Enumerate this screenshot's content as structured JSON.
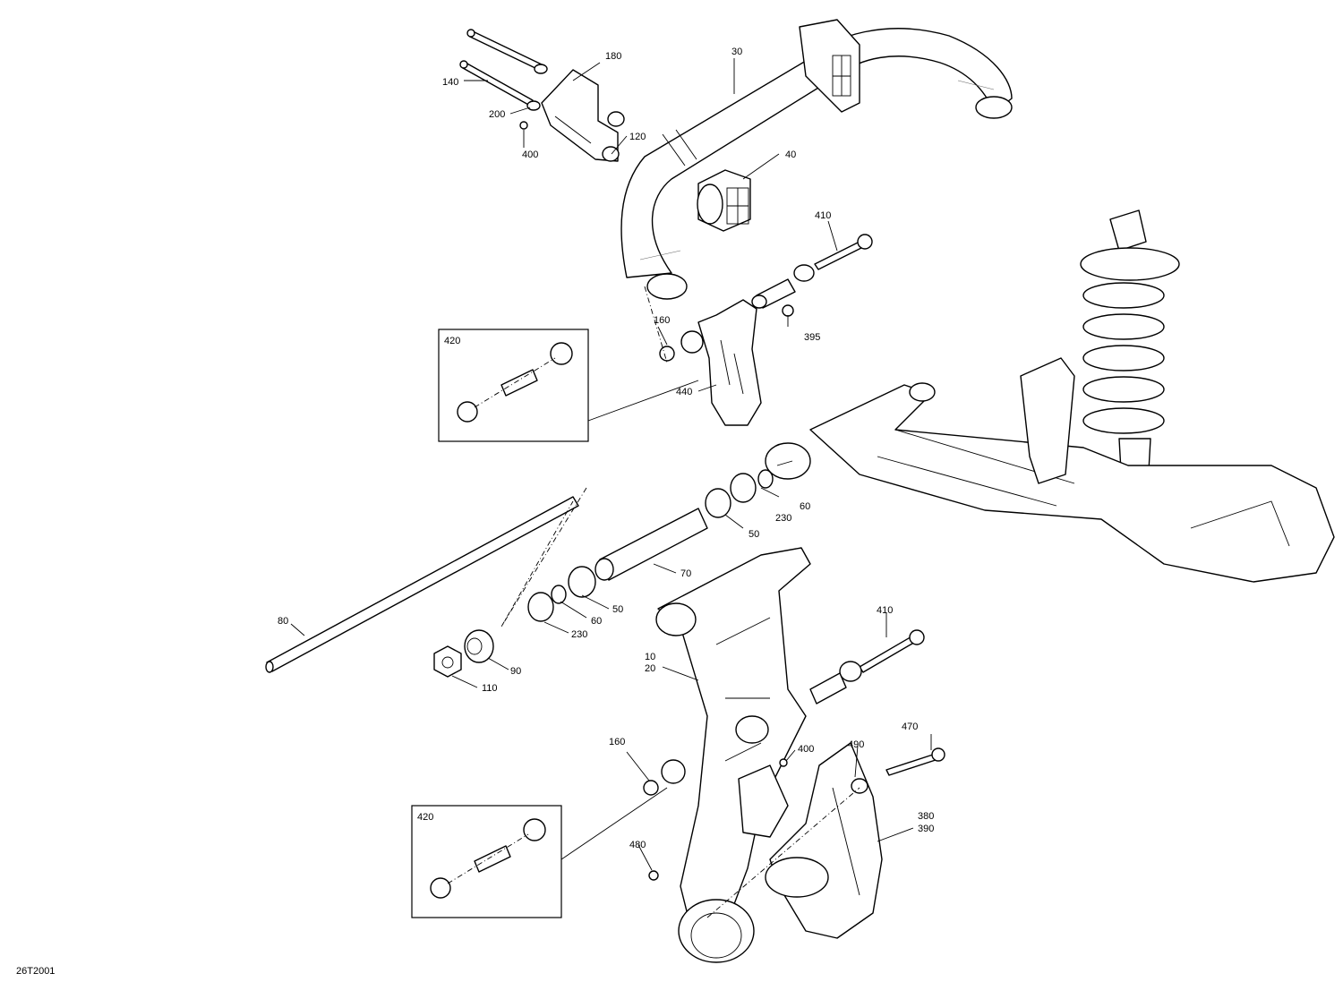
{
  "diagram_code": "26T2001",
  "callouts": {
    "c180": "180",
    "c140": "140",
    "c200": "200",
    "c400a": "400",
    "c120": "120",
    "c30": "30",
    "c40": "40",
    "c410a": "410",
    "c160a": "160",
    "c395": "395",
    "c440": "440",
    "c420a": "420",
    "c60a": "60",
    "c230a": "230",
    "c50a": "50",
    "c70": "70",
    "c50b": "50",
    "c60b": "60",
    "c230b": "230",
    "c80": "80",
    "c90": "90",
    "c110": "110",
    "c410b": "410",
    "c10": "10",
    "c20": "20",
    "c160b": "160",
    "c400b": "400",
    "c490": "490",
    "c470": "470",
    "c380": "380",
    "c390": "390",
    "c480": "480",
    "c420b": "420"
  }
}
